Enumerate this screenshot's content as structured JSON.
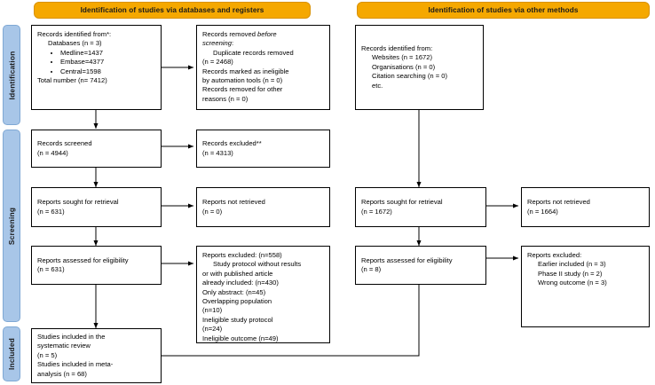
{
  "diagram": {
    "title": "PRISMA 2020 flow diagram",
    "colors": {
      "banner": "#F5A800",
      "sidebar": "#A8C6E8",
      "box_border": "#000000",
      "background": "#ffffff"
    }
  },
  "banners": {
    "left": "Identification of studies via databases and registers",
    "right": "Identification of studies via other methods"
  },
  "stages": [
    {
      "key": "identification",
      "label": "Identification"
    },
    {
      "key": "screening",
      "label": "Screening"
    },
    {
      "key": "included",
      "label": "Included"
    }
  ],
  "left_column": {
    "identified": {
      "line1": "Records identified from*:",
      "line2": "Databases (n = 3)",
      "bullets": [
        "Medline=1437",
        "Embase=4377",
        "Central=1598"
      ],
      "line3": "Total number (n= 7412)"
    },
    "removed_before_screening": {
      "line1": "Records removed ",
      "line1_italic": "before",
      "line2_italic": "screening",
      "line2_tail": ":",
      "line3": "Duplicate records removed",
      "line4": "(n = 2468)",
      "line5": "Records marked as ineligible",
      "line6": "by automation tools (n = 0)",
      "line7": "Records removed for other",
      "line8": "reasons (n = 0)"
    },
    "records_screened": {
      "line1": "Records screened",
      "line2": "(n = 4944)"
    },
    "records_excluded": {
      "line1": "Records excluded**",
      "line2": "(n = 4313)"
    },
    "reports_sought": {
      "line1": "Reports sought for retrieval",
      "line2": "(n = 631)"
    },
    "reports_not_retrieved": {
      "line1": "Reports not retrieved",
      "line2": "(n = 0)"
    },
    "reports_assessed": {
      "line1": "Reports assessed for eligibility",
      "line2": "(n = 631)"
    },
    "reports_excluded": {
      "line1": "Reports excluded: (n=558)",
      "line2": "Study protocol without results",
      "line3": "or with published article",
      "line4": "already included: (n=430)",
      "line5": "Only abstract: (n=45)",
      "line6": "Overlapping population",
      "line7": "(n=10)",
      "line8": "Ineligible study protocol",
      "line9": "(n=24)",
      "line10": "Ineligible outcome (n=49)"
    },
    "included": {
      "line1": "Studies included in the",
      "line2": "systematic review",
      "line3": "(n = 5)",
      "line4": "Studies included in meta-",
      "line5": "analysis (n = 68)"
    }
  },
  "right_column": {
    "identified": {
      "line1": "Records identified from:",
      "line2": "Websites (n = 1672)",
      "line3": "Organisations (n = 0)",
      "line4": "Citation searching (n = 0)",
      "line5": "etc."
    },
    "reports_sought": {
      "line1": "Reports sought for retrieval",
      "line2": "(n = 1672)"
    },
    "reports_not_retrieved": {
      "line1": "Reports not retrieved",
      "line2": "(n = 1664)"
    },
    "reports_assessed": {
      "line1": "Reports assessed for eligibility",
      "line2": "(n = 8)"
    },
    "reports_excluded": {
      "line1": "Reports excluded:",
      "line2": "Earlier included (n = 3)",
      "line3": "Phase II study (n = 2)",
      "line4": "Wrong outcome (n = 3)"
    }
  }
}
